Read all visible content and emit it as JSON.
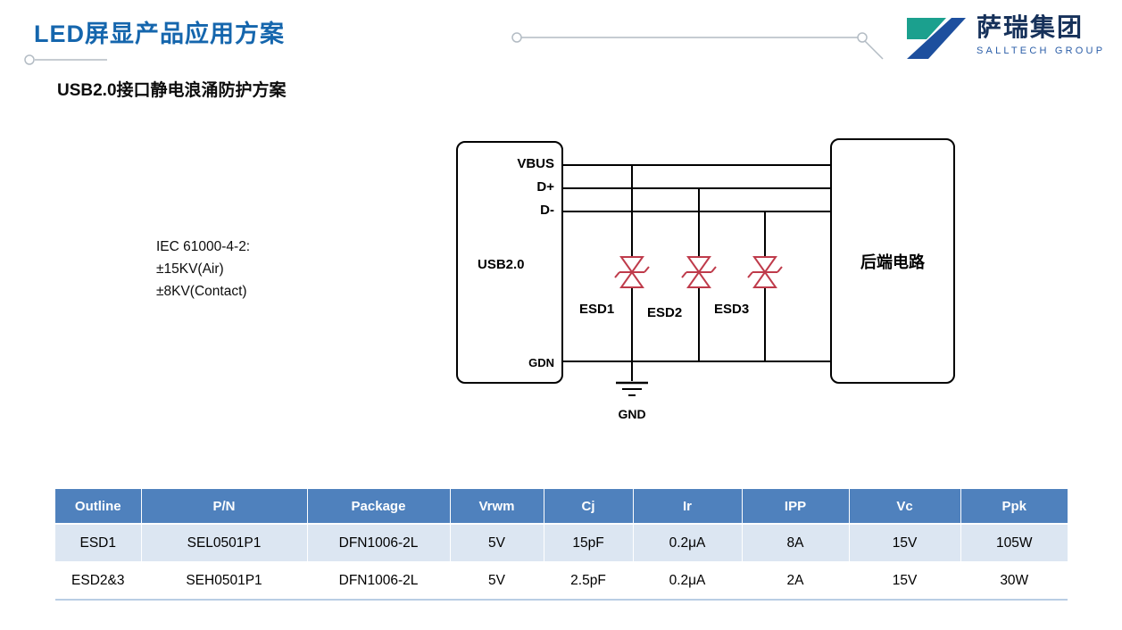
{
  "page": {
    "title": "LED屏显产品应用方案",
    "subtitle": "USB2.0接口静电浪涌防护方案"
  },
  "logo": {
    "company_cn": "萨瑞集团",
    "company_en": "SALLTECH GROUP"
  },
  "diagram": {
    "iec_note": [
      "IEC 61000-4-2:",
      "±15KV(Air)",
      "±8KV(Contact)"
    ],
    "usb_box": {
      "pin_vbus": "VBUS",
      "pin_dplus": "D+",
      "pin_dminus": "D-",
      "label": "USB2.0",
      "pin_gnd": "GDN"
    },
    "backend_box_label": "后端电路",
    "esd_labels": [
      "ESD1",
      "ESD2",
      "ESD3"
    ],
    "gnd_label": "GND"
  },
  "table": {
    "headers": [
      "Outline",
      "P/N",
      "Package",
      "Vrwm",
      "Cj",
      "Ir",
      "IPP",
      "Vc",
      "Ppk"
    ],
    "rows": [
      [
        "ESD1",
        "SEL0501P1",
        "DFN1006-2L",
        "5V",
        "15pF",
        "0.2μA",
        "8A",
        "15V",
        "105W"
      ],
      [
        "ESD2&3",
        "SEH0501P1",
        "DFN1006-2L",
        "5V",
        "2.5pF",
        "0.2μA",
        "2A",
        "15V",
        "30W"
      ]
    ]
  },
  "colors": {
    "title_blue": "#1566ad",
    "table_header_blue": "#4f81bd",
    "table_row_alt": "#dce6f2",
    "diode_red": "#bf3b4b",
    "logo_teal": "#1ba08e",
    "logo_blue": "#1d4f9e"
  }
}
